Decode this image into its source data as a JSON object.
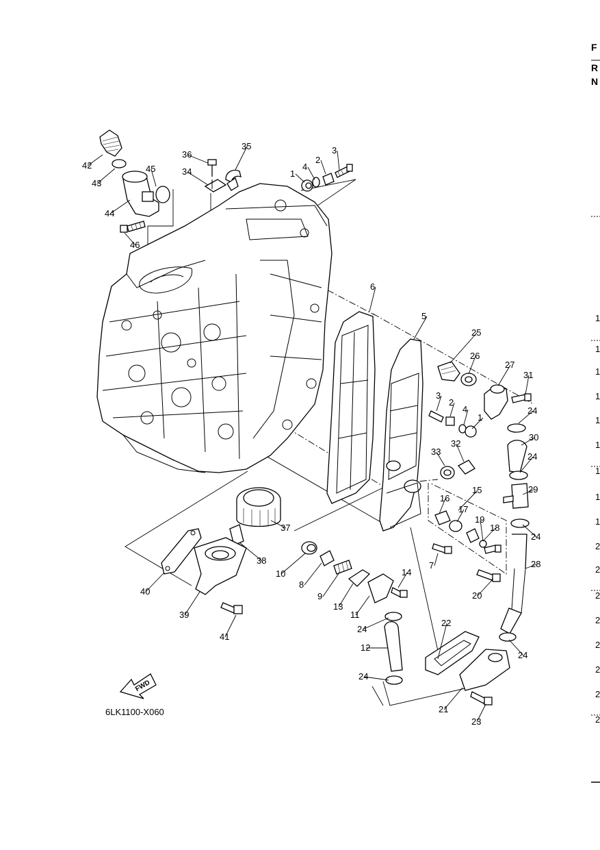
{
  "diagram": {
    "drawing_code": "6LK1100-X060",
    "fwd_label": "FWD",
    "edge_header": [
      "F",
      "R",
      "N"
    ],
    "edge_numbers": [
      "1",
      "1",
      "1",
      "1",
      "1",
      "1",
      "1",
      "1",
      "1",
      "2",
      "2",
      "2",
      "2",
      "2",
      "2",
      "2",
      "2"
    ],
    "callouts": [
      "1",
      "2",
      "3",
      "4",
      "5",
      "6",
      "7",
      "8",
      "9",
      "10",
      "11",
      "12",
      "13",
      "14",
      "15",
      "16",
      "17",
      "18",
      "19",
      "20",
      "21",
      "22",
      "23",
      "24",
      "25",
      "26",
      "27",
      "28",
      "29",
      "30",
      "31",
      "32",
      "33",
      "34",
      "35",
      "36",
      "37",
      "38",
      "39",
      "40",
      "41",
      "42",
      "43",
      "44",
      "45",
      "46"
    ]
  }
}
